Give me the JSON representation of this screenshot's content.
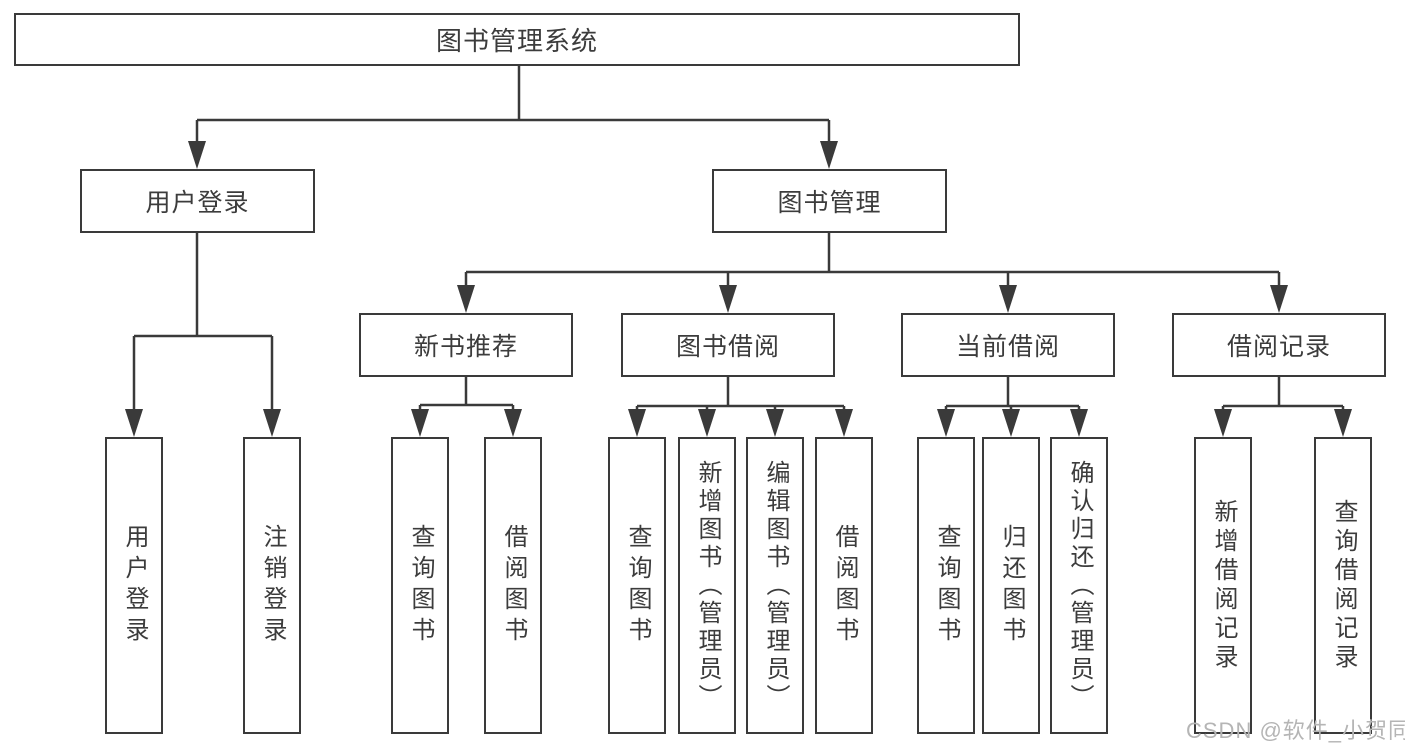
{
  "tree": {
    "root": {
      "label": "图书管理系统"
    },
    "branches": [
      {
        "label": "用户登录",
        "children": [
          {
            "label": "用户登录"
          },
          {
            "label": "注销登录"
          }
        ]
      },
      {
        "label": "图书管理",
        "groups": [
          {
            "label": "新书推荐",
            "children": [
              {
                "label": "查询图书"
              },
              {
                "label": "借阅图书"
              }
            ]
          },
          {
            "label": "图书借阅",
            "children": [
              {
                "label": "查询图书"
              },
              {
                "label": "新增图书（管理员）"
              },
              {
                "label": "编辑图书（管理员）"
              },
              {
                "label": "借阅图书"
              }
            ]
          },
          {
            "label": "当前借阅",
            "children": [
              {
                "label": "查询图书"
              },
              {
                "label": "归还图书"
              },
              {
                "label": "确认归还（管理员）"
              }
            ]
          },
          {
            "label": "借阅记录",
            "children": [
              {
                "label": "新增借阅记录"
              },
              {
                "label": "查询借阅记录"
              }
            ]
          }
        ]
      }
    ]
  },
  "watermark": {
    "text": "CSDN @软件_小贺同学"
  },
  "colors": {
    "line": "#3a3a3a",
    "text": "#3c3c3c",
    "watermark": "#b5b5b5",
    "background": "#ffffff"
  }
}
